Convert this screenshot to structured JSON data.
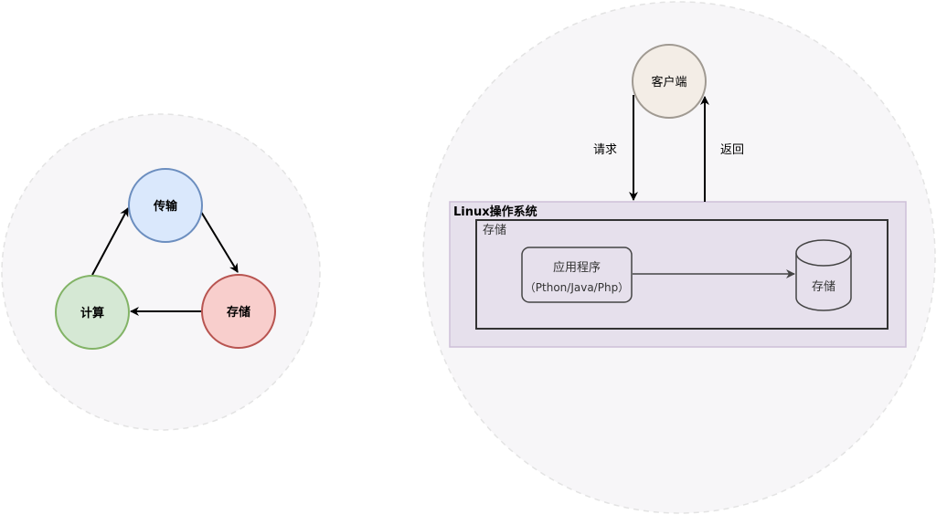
{
  "left_diagram": {
    "nodes": {
      "transfer": {
        "label": "传输",
        "fill": "#dae8fc",
        "stroke": "#6c8ebf"
      },
      "storage": {
        "label": "存储",
        "fill": "#f8cecc",
        "stroke": "#b85450"
      },
      "compute": {
        "label": "计算",
        "fill": "#d5e8d4",
        "stroke": "#82b366"
      }
    }
  },
  "right_diagram": {
    "client": {
      "label": "客户端",
      "fill": "#f3ede6",
      "stroke": "#a09a92"
    },
    "request_label": "请求",
    "return_label": "返回",
    "os_box": {
      "title": "Linux操作系统",
      "fill": "#e6e0ec",
      "stroke": "#cdbfd8"
    },
    "inner_box": {
      "title": "存储"
    },
    "app_box": {
      "line1": "应用程序",
      "line2": "（Pthon/Java/Php）"
    },
    "storage_cylinder": {
      "label": "存储"
    }
  },
  "colors": {
    "halo_fill": "#f7f6f8",
    "halo_stroke": "#e3e3e3",
    "edge": "#000000",
    "inner_edge": "#444444"
  }
}
